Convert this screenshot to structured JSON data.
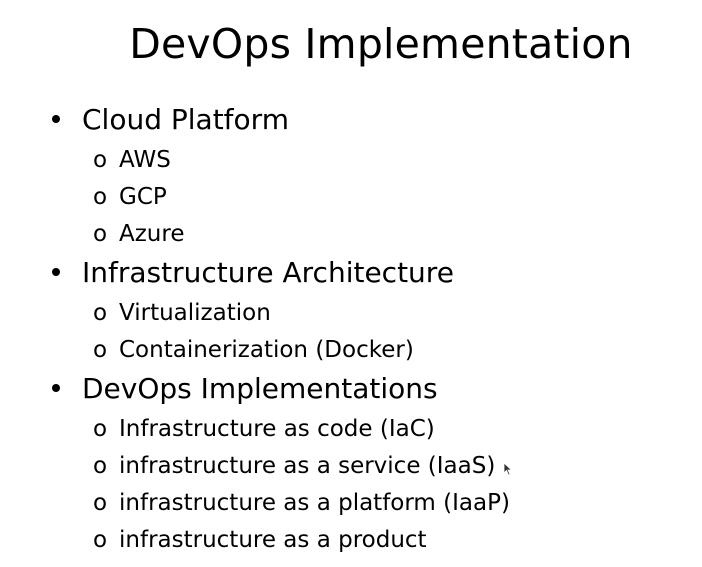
{
  "slide": {
    "title": "DevOps Implementation",
    "sections": [
      {
        "bullet": "•",
        "label": "Cloud Platform",
        "items": [
          "AWS",
          "GCP",
          "Azure"
        ]
      },
      {
        "bullet": "•",
        "label": "Infrastructure Architecture",
        "items": [
          "Virtualization",
          "Containerization (Docker)"
        ]
      },
      {
        "bullet": "•",
        "label": "DevOps Implementations",
        "items": [
          "Infrastructure as code (IaC)",
          "infrastructure as a service (IaaS)",
          "infrastructure as a platform (IaaP)",
          "infrastructure as a product"
        ]
      }
    ],
    "sub_bullet": "o"
  },
  "icons": {
    "cursor": "mouse-pointer-icon"
  },
  "colors": {
    "background": "#ffffff",
    "text": "#000000"
  }
}
